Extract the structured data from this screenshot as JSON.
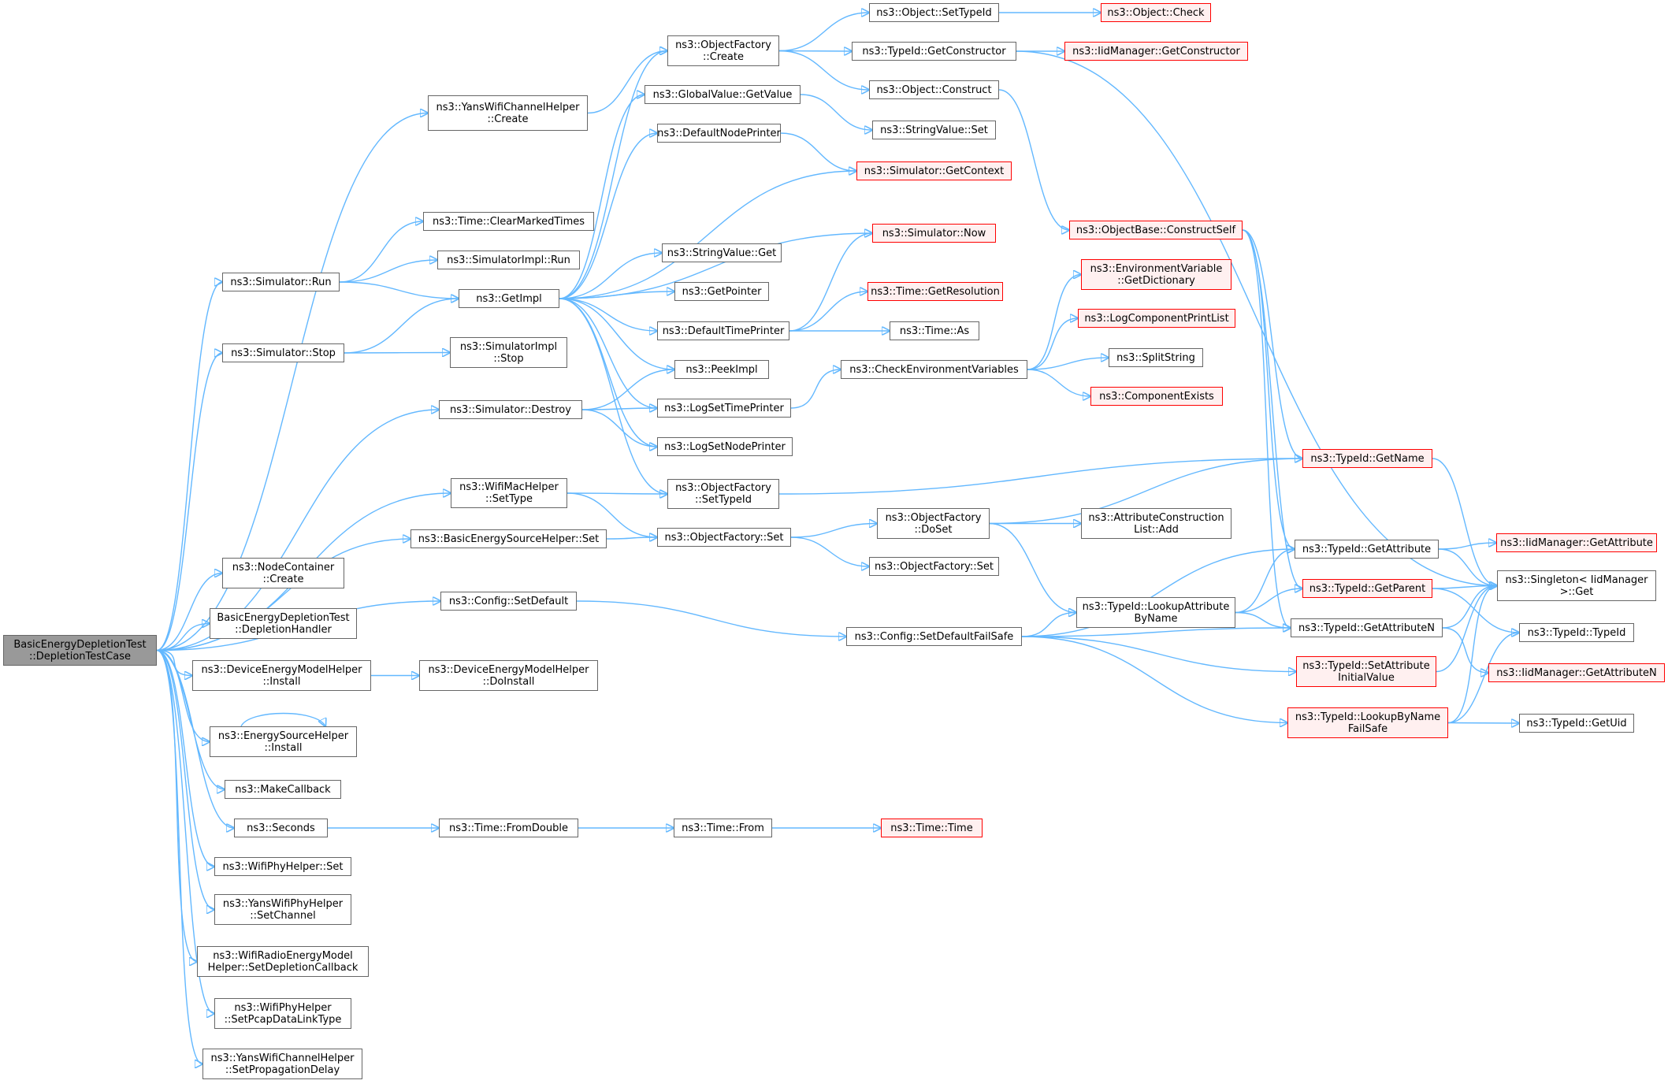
{
  "colors": {
    "edge": "#63b8ff",
    "node_border": "#666666",
    "node_fill": "#ffffff",
    "external_border": "#ff0000",
    "external_fill": "#fff0f0",
    "root_fill": "#999999"
  },
  "nodes": [
    {
      "id": "root",
      "lines": [
        "BasicEnergyDepletionTest",
        "::DepletionTestCase"
      ],
      "kind": "root"
    },
    {
      "id": "yans_ch_create",
      "lines": [
        "ns3::YansWifiChannelHelper",
        "::Create"
      ]
    },
    {
      "id": "sim_run",
      "lines": [
        "ns3::Simulator::Run"
      ]
    },
    {
      "id": "sim_stop",
      "lines": [
        "ns3::Simulator::Stop"
      ]
    },
    {
      "id": "sim_destroy",
      "lines": [
        "ns3::Simulator::Destroy"
      ]
    },
    {
      "id": "wifimac_settype",
      "lines": [
        "ns3::WifiMacHelper",
        "::SetType"
      ]
    },
    {
      "id": "basic_es_set",
      "lines": [
        "ns3::BasicEnergySourceHelper::Set"
      ]
    },
    {
      "id": "config_setdefault",
      "lines": [
        "ns3::Config::SetDefault"
      ]
    },
    {
      "id": "nodecontainer_create",
      "lines": [
        "ns3::NodeContainer",
        "::Create"
      ]
    },
    {
      "id": "depletion_handler",
      "lines": [
        "BasicEnergyDepletionTest",
        "::DepletionHandler"
      ]
    },
    {
      "id": "dem_install",
      "lines": [
        "ns3::DeviceEnergyModelHelper",
        "::Install"
      ]
    },
    {
      "id": "esh_install",
      "lines": [
        "ns3::EnergySourceHelper",
        "::Install"
      ]
    },
    {
      "id": "makecallback",
      "lines": [
        "ns3::MakeCallback"
      ]
    },
    {
      "id": "seconds",
      "lines": [
        "ns3::Seconds"
      ]
    },
    {
      "id": "wifiphy_set",
      "lines": [
        "ns3::WifiPhyHelper::Set"
      ]
    },
    {
      "id": "yansphy_setchannel",
      "lines": [
        "ns3::YansWifiPhyHelper",
        "::SetChannel"
      ]
    },
    {
      "id": "wifiradio_setdep",
      "lines": [
        "ns3::WifiRadioEnergyModel",
        "Helper::SetDepletionCallback"
      ]
    },
    {
      "id": "wifiphy_setpcap",
      "lines": [
        "ns3::WifiPhyHelper",
        "::SetPcapDataLinkType"
      ]
    },
    {
      "id": "yans_setprop",
      "lines": [
        "ns3::YansWifiChannelHelper",
        "::SetPropagationDelay"
      ]
    },
    {
      "id": "time_clearmarked",
      "lines": [
        "ns3::Time::ClearMarkedTimes"
      ]
    },
    {
      "id": "simimpl_run",
      "lines": [
        "ns3::SimulatorImpl::Run"
      ]
    },
    {
      "id": "getimpl",
      "lines": [
        "ns3::GetImpl"
      ]
    },
    {
      "id": "simimpl_stop",
      "lines": [
        "ns3::SimulatorImpl",
        "::Stop"
      ]
    },
    {
      "id": "dem_doinstall",
      "lines": [
        "ns3::DeviceEnergyModelHelper",
        "::DoInstall"
      ]
    },
    {
      "id": "time_fromdouble",
      "lines": [
        "ns3::Time::FromDouble"
      ]
    },
    {
      "id": "of_create",
      "lines": [
        "ns3::ObjectFactory",
        "::Create"
      ]
    },
    {
      "id": "gv_getvalue",
      "lines": [
        "ns3::GlobalValue::GetValue"
      ]
    },
    {
      "id": "default_node_printer",
      "lines": [
        "ns3::DefaultNodePrinter"
      ]
    },
    {
      "id": "stringvalue_get",
      "lines": [
        "ns3::StringValue::Get"
      ]
    },
    {
      "id": "getpointer",
      "lines": [
        "ns3::GetPointer"
      ]
    },
    {
      "id": "default_time_printer",
      "lines": [
        "ns3::DefaultTimePrinter"
      ]
    },
    {
      "id": "peekimpl",
      "lines": [
        "ns3::PeekImpl"
      ]
    },
    {
      "id": "logsettimeprinter",
      "lines": [
        "ns3::LogSetTimePrinter"
      ]
    },
    {
      "id": "logsetnodeprinter",
      "lines": [
        "ns3::LogSetNodePrinter"
      ]
    },
    {
      "id": "of_settypeid",
      "lines": [
        "ns3::ObjectFactory",
        "::SetTypeId"
      ]
    },
    {
      "id": "of_set",
      "lines": [
        "ns3::ObjectFactory::Set"
      ]
    },
    {
      "id": "time_from",
      "lines": [
        "ns3::Time::From"
      ]
    },
    {
      "id": "obj_settypeid",
      "lines": [
        "ns3::Object::SetTypeId"
      ]
    },
    {
      "id": "typeid_getconstructor",
      "lines": [
        "ns3::TypeId::GetConstructor"
      ]
    },
    {
      "id": "obj_construct",
      "lines": [
        "ns3::Object::Construct"
      ]
    },
    {
      "id": "stringvalue_set",
      "lines": [
        "ns3::StringValue::Set"
      ]
    },
    {
      "id": "sim_getcontext",
      "lines": [
        "ns3::Simulator::GetContext"
      ],
      "kind": "ext"
    },
    {
      "id": "sim_now",
      "lines": [
        "ns3::Simulator::Now"
      ],
      "kind": "ext"
    },
    {
      "id": "time_getresolution",
      "lines": [
        "ns3::Time::GetResolution"
      ],
      "kind": "ext"
    },
    {
      "id": "time_as",
      "lines": [
        "ns3::Time::As"
      ]
    },
    {
      "id": "checkenv",
      "lines": [
        "ns3::CheckEnvironmentVariables"
      ]
    },
    {
      "id": "of_doset",
      "lines": [
        "ns3::ObjectFactory",
        "::DoSet"
      ]
    },
    {
      "id": "of_set2",
      "lines": [
        "ns3::ObjectFactory::Set"
      ]
    },
    {
      "id": "config_setdefaultfailsafe",
      "lines": [
        "ns3::Config::SetDefaultFailSafe"
      ]
    },
    {
      "id": "time_time",
      "lines": [
        "ns3::Time::Time"
      ],
      "kind": "ext"
    },
    {
      "id": "obj_check",
      "lines": [
        "ns3::Object::Check"
      ],
      "kind": "ext"
    },
    {
      "id": "iid_getconstructor",
      "lines": [
        "ns3::IidManager::GetConstructor"
      ],
      "kind": "ext"
    },
    {
      "id": "objbase_constructself",
      "lines": [
        "ns3::ObjectBase::ConstructSelf"
      ],
      "kind": "ext"
    },
    {
      "id": "envvar_getdict",
      "lines": [
        "ns3::EnvironmentVariable",
        "::GetDictionary"
      ],
      "kind": "ext"
    },
    {
      "id": "logcomponentprintlist",
      "lines": [
        "ns3::LogComponentPrintList"
      ],
      "kind": "ext"
    },
    {
      "id": "splitstring",
      "lines": [
        "ns3::SplitString"
      ]
    },
    {
      "id": "componentexists",
      "lines": [
        "ns3::ComponentExists"
      ],
      "kind": "ext"
    },
    {
      "id": "typeid_getname",
      "lines": [
        "ns3::TypeId::GetName"
      ],
      "kind": "ext"
    },
    {
      "id": "attrconstr_add",
      "lines": [
        "ns3::AttributeConstruction",
        "List::Add"
      ]
    },
    {
      "id": "typeid_getattribute",
      "lines": [
        "ns3::TypeId::GetAttribute"
      ]
    },
    {
      "id": "typeid_lookupattr",
      "lines": [
        "ns3::TypeId::LookupAttribute",
        "ByName"
      ]
    },
    {
      "id": "typeid_getparent",
      "lines": [
        "ns3::TypeId::GetParent"
      ],
      "kind": "ext"
    },
    {
      "id": "typeid_getattributen",
      "lines": [
        "ns3::TypeId::GetAttributeN"
      ]
    },
    {
      "id": "typeid_setattrinit",
      "lines": [
        "ns3::TypeId::SetAttribute",
        "InitialValue"
      ],
      "kind": "ext"
    },
    {
      "id": "typeid_lookupbyname",
      "lines": [
        "ns3::TypeId::LookupByName",
        "FailSafe"
      ],
      "kind": "ext"
    },
    {
      "id": "iid_getattribute",
      "lines": [
        "ns3::IidManager::GetAttribute"
      ],
      "kind": "ext"
    },
    {
      "id": "singleton_get",
      "lines": [
        "ns3::Singleton< IidManager",
        " >::Get"
      ]
    },
    {
      "id": "typeid_typeid",
      "lines": [
        "ns3::TypeId::TypeId"
      ]
    },
    {
      "id": "iid_getattributen",
      "lines": [
        "ns3::IidManager::GetAttributeN"
      ],
      "kind": "ext"
    },
    {
      "id": "typeid_getuid",
      "lines": [
        "ns3::TypeId::GetUid"
      ]
    }
  ]
}
